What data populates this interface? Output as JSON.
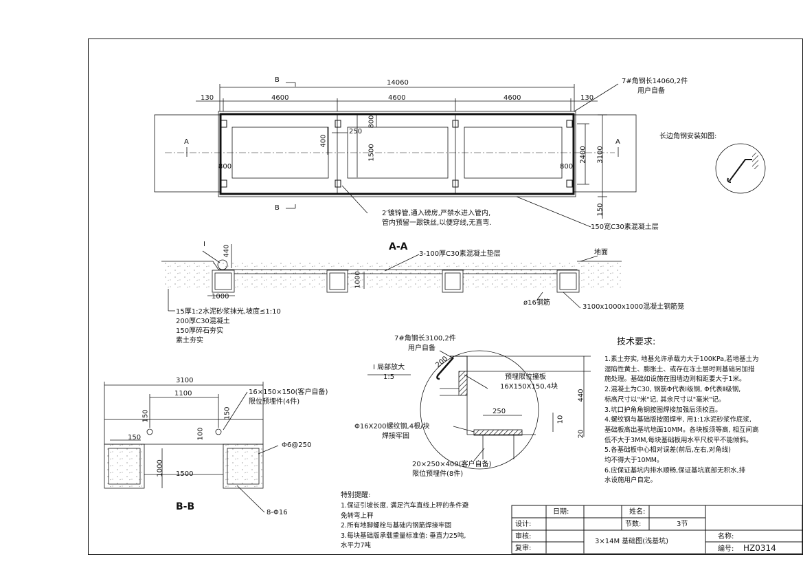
{
  "plan": {
    "overall_len": "14060",
    "left_edge": "130",
    "right_edge": "130",
    "span1": "4600",
    "span2": "4600",
    "span3": "4600",
    "d400": "400",
    "d250": "250",
    "d800a": "800",
    "d800b": "800",
    "d800c": "800",
    "d1500": "1500",
    "d2400": "2400",
    "d3100": "3100",
    "d150": "150",
    "cut_b": "B",
    "cut_a": "A",
    "note_steel": "7#角钢长14060,2件",
    "note_steel2": "用户自备",
    "note_pipe": "2′镀锌管,通入磅房,严禁水进入管内,",
    "note_pipe2": "管内预留一跟铁丝,以便穿线,无直弯.",
    "note_concrete": "150宽C30素混凝土层",
    "corner_note": "长边角钢安装如图:"
  },
  "section_aa": {
    "title": "A-A",
    "label_i": "I",
    "d440": "440",
    "layer_note": "3-100厚C30素混凝土垫层",
    "ground": "地面",
    "d1000a": "1000",
    "d1000b": "1000",
    "rebar": "ø16钢筋",
    "cage": "3100x1000x1000混凝土钢筋笼",
    "layers": [
      "15厚1:2水泥砂浆抹光,坡度≤1:10",
      "200厚C30混凝土",
      "150厚碎石夯实",
      "素土夯实"
    ]
  },
  "section_bb": {
    "title": "B-B",
    "d3100": "3100",
    "d1100": "1100",
    "d150a": "150",
    "d150b": "150",
    "d150c": "150",
    "d100": "100",
    "d1000": "1000",
    "d1500": "1500",
    "embed": "16×150×150(客户自备)",
    "embed2": "限位预埋件(4件)",
    "rebar": "Φ6@250",
    "rebar2": "8-Φ16"
  },
  "detail_i": {
    "title": "I 局部放大",
    "scale": "1:5",
    "steel": "7#角钢长3100,2件",
    "steel2": "用户自备",
    "d200": "200",
    "plate": "预埋限位撞板",
    "plate2": "16X150X150,4块",
    "d440": "440",
    "bolt": "Φ16X200螺纹钢,4根/块",
    "bolt2": "焊接牢固",
    "d250": "250",
    "d10": "10",
    "d20": "20",
    "embed": "20×250×400(客户自备)",
    "embed2": "限位预埋件(8件)"
  },
  "tech": {
    "title": "技术要求:",
    "lines": [
      "1.素土夯实, 地基允许承载力大于100KPa,若地基土为",
      "湿陷性黄土、膨胀土、或存在冻土层时则基础另加措",
      "施处理。基础如设施在围墙边则相距要大于1米。",
      "2.混凝土为C30, 钢筋Φ代表Ⅰ级钢, Φ代表Ⅱ级钢,",
      "标高尺寸以\"米\"记, 其余尺寸以\"毫米\"记。",
      "3.坑口护角角钢按图焊接加强后须校直。",
      "4.螺纹钢与基础版按图焊牢, 用1:1水泥砂浆作底浆,",
      "基础板高出基坑地面10MM。各块板须等高, 相互间高",
      "低不大于3MM,每块基础板用水平尺校平不能倾斜。",
      "5.各基础板中心相对误差(前后,左右,对角线)",
      "均不得大于10MM。",
      "6.应保证基坑内排水顺畅,保证基坑底部无积水,排",
      "水设施用户自定。"
    ]
  },
  "special": {
    "title": "特别提醒:",
    "lines": [
      "1.保证引坡长度, 满足汽车直线上秤的条件避",
      "免转弯上秤",
      "2.所有地脚螺栓与基础内钢筋焊接牢固",
      "3.每块基础版承载重量标准值: 垂直力25吨,",
      "水平力7吨"
    ]
  },
  "titleblock": {
    "date": "日期:",
    "name": "姓名:",
    "design": "设计:",
    "sections": "节数:",
    "sections_val": "3节",
    "review": "审核:",
    "recheck": "复审:",
    "drawing": "3×14M 基础图(浅基坑)",
    "title_label": "名称:",
    "code_label": "编号:",
    "code": "HZ0314"
  }
}
